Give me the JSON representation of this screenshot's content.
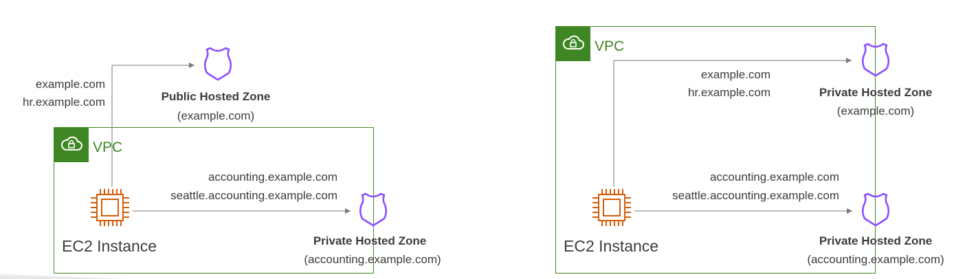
{
  "colors": {
    "vpc_green": "#3f8624",
    "ec2_orange": "#d45b07",
    "route53_purple": "#8c4fff",
    "arrow": "#7a7a7a",
    "text": "#3b3b3b"
  },
  "icons": {
    "vpc": "cloud-lock-icon",
    "ec2": "chip-icon",
    "hosted_zone": "shield-icon"
  },
  "left": {
    "vpc_label": "VPC",
    "ec2_label": "EC2 Instance",
    "public_records": [
      "example.com",
      "hr.example.com"
    ],
    "public_zone": {
      "title": "Public Hosted Zone",
      "domain": "(example.com)"
    },
    "private_records": [
      "accounting.example.com",
      "seattle.accounting.example.com"
    ],
    "private_zone": {
      "title": "Private Hosted Zone",
      "domain": "(accounting.example.com)"
    }
  },
  "right": {
    "vpc_label": "VPC",
    "ec2_label": "EC2 Instance",
    "top_records": [
      "example.com",
      "hr.example.com"
    ],
    "top_zone": {
      "title": "Private Hosted Zone",
      "domain": "(example.com)"
    },
    "bottom_records": [
      "accounting.example.com",
      "seattle.accounting.example.com"
    ],
    "bottom_zone": {
      "title": "Private Hosted Zone",
      "domain": "(accounting.example.com)"
    }
  }
}
